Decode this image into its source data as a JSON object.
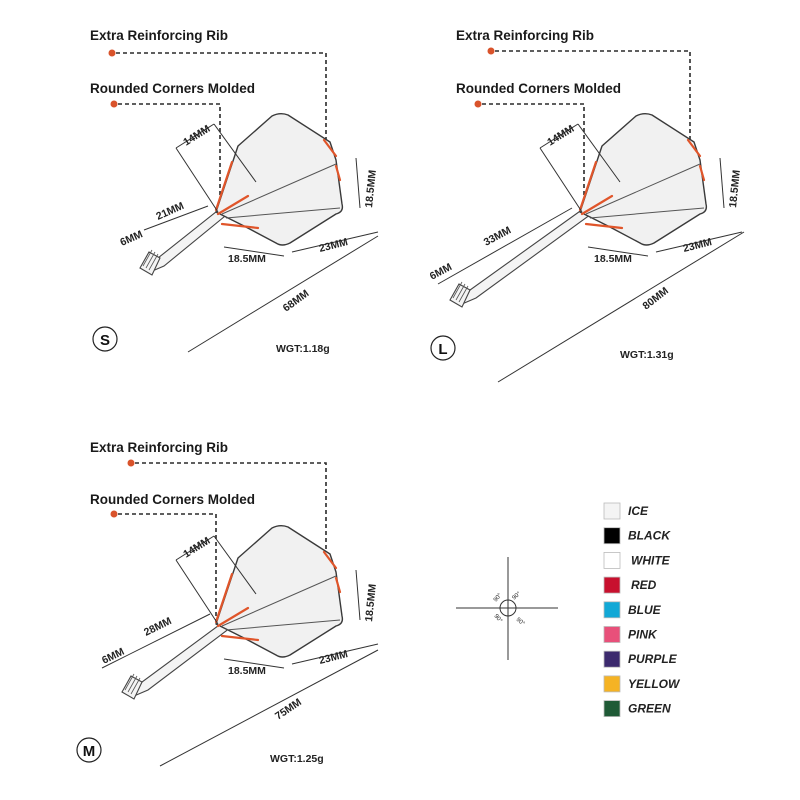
{
  "diagrams": [
    {
      "rib_label": "Extra Reinforcing Rib",
      "corner_label": "Rounded Corners Molded",
      "dim_flight_width": "14MM",
      "dim_height": "18.5MM",
      "dim_bottom_left": "18.5MM",
      "dim_bottom_right": "23MM",
      "dim_shaft": "21MM",
      "dim_tip": "6MM",
      "dim_total": "68MM",
      "size": "S",
      "weight": "WGT:1.18g"
    },
    {
      "rib_label": "Extra Reinforcing Rib",
      "corner_label": "Rounded Corners Molded",
      "dim_flight_width": "14MM",
      "dim_height": "18.5MM",
      "dim_bottom_left": "18.5MM",
      "dim_bottom_right": "23MM",
      "dim_shaft": "33MM",
      "dim_tip": "6MM",
      "dim_total": "80MM",
      "size": "L",
      "weight": "WGT:1.31g"
    },
    {
      "rib_label": "Extra Reinforcing Rib",
      "corner_label": "Rounded Corners Molded",
      "dim_flight_width": "14MM",
      "dim_height": "18.5MM",
      "dim_bottom_left": "18.5MM",
      "dim_bottom_right": "23MM",
      "dim_shaft": "28MM",
      "dim_tip": "6MM",
      "dim_total": "75MM",
      "size": "M",
      "weight": "WGT:1.25g"
    }
  ],
  "angle_marker": {
    "q1": "90°",
    "q2": "90°",
    "q3": "90°",
    "q4": "90°"
  },
  "colors": [
    {
      "name": "ICE",
      "hex": "#f4f4f4"
    },
    {
      "name": "BLACK",
      "hex": "#000000"
    },
    {
      "name": "WHITE",
      "hex": "#ffffff"
    },
    {
      "name": "RED",
      "hex": "#c8102e"
    },
    {
      "name": "BLUE",
      "hex": "#12a8d6"
    },
    {
      "name": "PINK",
      "hex": "#e8507a"
    },
    {
      "name": "PURPLE",
      "hex": "#3c2a6e"
    },
    {
      "name": "YELLOW",
      "hex": "#f5b324"
    },
    {
      "name": "GREEN",
      "hex": "#1f5a36"
    }
  ],
  "accent": "#d9532b"
}
